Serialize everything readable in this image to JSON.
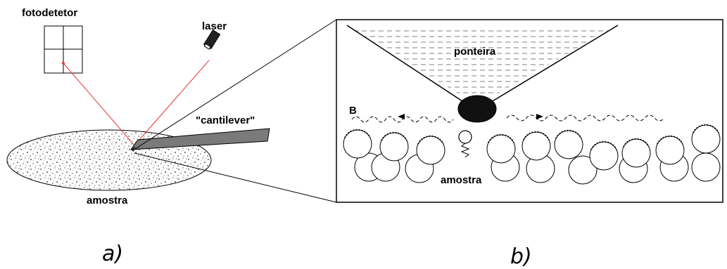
{
  "panel_a": {
    "photodetector_label": "fotodetetor",
    "laser_label": "laser",
    "cantilever_label": "\"cantilever\"",
    "sample_label": "amostra",
    "caption": "a)"
  },
  "panel_b": {
    "tip_label": "ponteira",
    "sample_label": "amostra",
    "marker_label": "B",
    "caption": "b)"
  },
  "colors": {
    "laser_beam": "#e53935",
    "cantilever": "#7a7a7a",
    "ink": "#000000"
  }
}
